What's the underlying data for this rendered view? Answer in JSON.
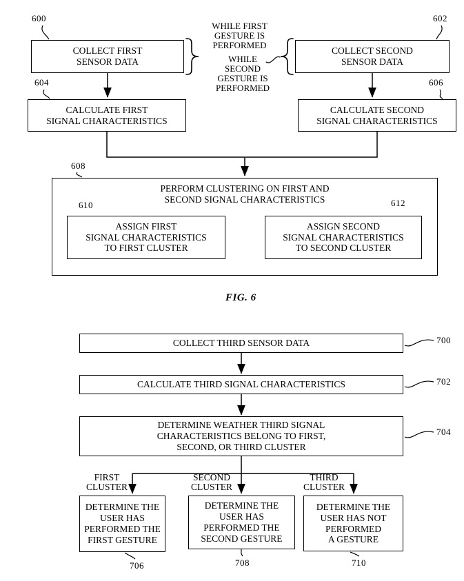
{
  "page": {
    "background": "#ffffff",
    "ink": "#000000"
  },
  "fig6": {
    "caption": "FIG. 6",
    "notes": {
      "while_first": "WHILE FIRST\nGESTURE IS\nPERFORMED",
      "while_second": "WHILE\nSECOND\nGESTURE IS\nPERFORMED"
    },
    "nodes": {
      "collect_first": {
        "ref": "600",
        "label": "COLLECT FIRST\nSENSOR DATA"
      },
      "collect_second": {
        "ref": "602",
        "label": "COLLECT SECOND\nSENSOR DATA"
      },
      "calc_first": {
        "ref": "604",
        "label": "CALCULATE FIRST\nSIGNAL CHARACTERISTICS"
      },
      "calc_second": {
        "ref": "606",
        "label": "CALCULATE SECOND\nSIGNAL CHARACTERISTICS"
      },
      "clustering": {
        "ref": "608",
        "label": "PERFORM CLUSTERING ON FIRST AND\nSECOND SIGNAL CHARACTERISTICS"
      },
      "assign_first": {
        "ref": "610",
        "label": "ASSIGN FIRST\nSIGNAL CHARACTERISTICS\nTO FIRST CLUSTER"
      },
      "assign_second": {
        "ref": "612",
        "label": "ASSIGN SECOND\nSIGNAL CHARACTERISTICS\nTO SECOND CLUSTER"
      }
    }
  },
  "fig7": {
    "nodes": {
      "collect_third": {
        "ref": "700",
        "label": "COLLECT THIRD SENSOR DATA"
      },
      "calc_third": {
        "ref": "702",
        "label": "CALCULATE THIRD SIGNAL CHARACTERISTICS"
      },
      "determine": {
        "ref": "704",
        "label": "DETERMINE WEATHER THIRD SIGNAL\nCHARACTERISTICS BELONG TO FIRST,\nSECOND, OR THIRD CLUSTER"
      },
      "first_gesture": {
        "ref": "706",
        "label": "DETERMINE THE\nUSER HAS\nPERFORMED THE\nFIRST GESTURE"
      },
      "second_gesture": {
        "ref": "708",
        "label": "DETERMINE THE\nUSER HAS\nPERFORMED THE\nSECOND GESTURE"
      },
      "no_gesture": {
        "ref": "710",
        "label": "DETERMINE THE\nUSER HAS NOT\nPERFORMED\nA GESTURE"
      }
    },
    "branches": {
      "first": "FIRST\nCLUSTER",
      "second": "SECOND\nCLUSTER",
      "third": "THIRD\nCLUSTER"
    }
  }
}
